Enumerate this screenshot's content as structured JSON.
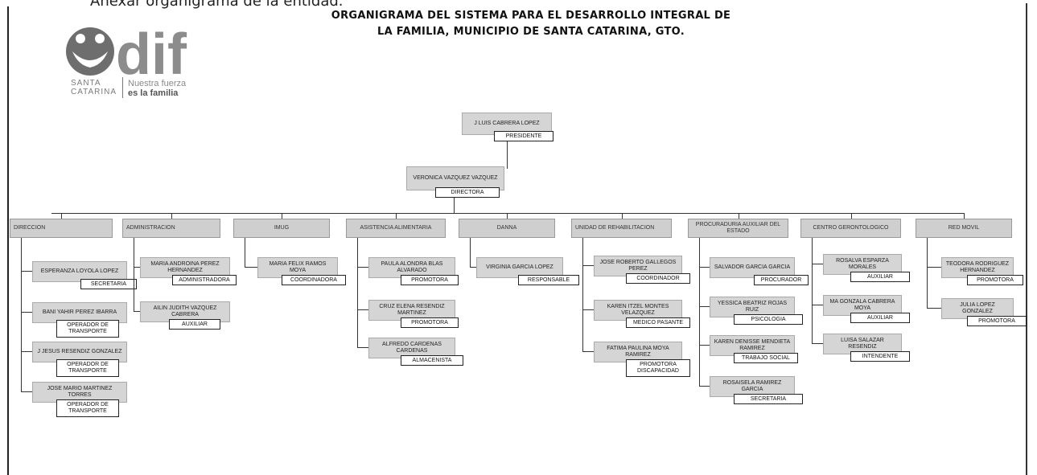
{
  "intro_text": "Anexar organigrama de la entidad.",
  "title": "ORGANIGRAMA DEL SISTEMA PARA EL DESARROLLO INTEGRAL DE LA FAMILIA, MUNICIPIO DE SANTA CATARINA, GTO.",
  "logo": {
    "wordmark": "dif",
    "place_line1": "SANTA",
    "place_line2": "CATARINA",
    "tag_line1": "Nuestra fuerza",
    "tag_line2": "es la familia",
    "colors": {
      "dif": "#8c8c8c",
      "figure": "#6e6e6e"
    }
  },
  "chart": {
    "president": {
      "name": "J LUIS CABRERA LOPEZ",
      "role": "PRESIDENTE"
    },
    "director": {
      "name": "VERONICA VAZQUEZ VAZQUEZ",
      "role": "DIRECTORA"
    },
    "departments": [
      {
        "name": "DIRECCION",
        "staff": [
          {
            "name": "ESPERANZA LOYOLA LOPEZ",
            "role": "SECRETARIA"
          },
          {
            "name": "BANI YAHIR PEREZ IBARRA",
            "role": "OPERADOR DE TRANSPORTE"
          },
          {
            "name": "J JESUS RESENDIZ GONZALEZ",
            "role": "OPERADOR DE TRANSPORTE"
          },
          {
            "name": "JOSE MARIO MARTINEZ TORRES",
            "role": "OPERADOR DE TRANSPORTE"
          }
        ]
      },
      {
        "name": "ADMINISTRACION",
        "staff": [
          {
            "name": "MARIA ANDROINA PEREZ HERNANDEZ",
            "role": "ADMINISTRADORA"
          },
          {
            "name": "AILIN JUDITH VAZQUEZ CABRERA",
            "role": "AUXILIAR"
          }
        ]
      },
      {
        "name": "IMUG",
        "staff": [
          {
            "name": "MARIA FELIX RAMOS MOYA",
            "role": "COORDINADORA"
          }
        ]
      },
      {
        "name": "ASISTENCIA ALIMENTARIA",
        "staff": [
          {
            "name": "PAULA ALONDRA BLAS ALVARADO",
            "role": "PROMOTORA"
          },
          {
            "name": "CRUZ ELENA RESENDIZ MARTINEZ",
            "role": "PROMOTORA"
          },
          {
            "name": "ALFREDO CARDENAS CARDENAS",
            "role": "ALMACENISTA"
          }
        ]
      },
      {
        "name": "DANNA",
        "staff": [
          {
            "name": "VIRGINIA GARCIA LOPEZ",
            "role": "RESPONSABLE"
          }
        ]
      },
      {
        "name": "UNIDAD DE REHABILITACION",
        "staff": [
          {
            "name": "JOSE ROBERTO GALLEGOS PEREZ",
            "role": "COORDINADOR"
          },
          {
            "name": "KAREN ITZEL MONTES VELAZQUEZ",
            "role": "MEDICO PASANTE"
          },
          {
            "name": "FATIMA PAULINA MOYA RAMIREZ",
            "role": "PROMOTORA DISCAPACIDAD"
          }
        ]
      },
      {
        "name": "PROCURADURIA AUXILIAR DEL ESTADO",
        "staff": [
          {
            "name": "SALVADOR GARCIA GARCIA",
            "role": "PROCURADOR"
          },
          {
            "name": "YESSICA BEATRIZ ROJAS RUIZ",
            "role": "PSICOLOGIA"
          },
          {
            "name": "KAREN DENISSE MENDIETA RAMIREZ",
            "role": "TRABAJO SOCIAL"
          },
          {
            "name": "ROSAISELA RAMIREZ GARCIA",
            "role": "SECRETARIA"
          }
        ]
      },
      {
        "name": "CENTRO GERONTOLOGICO",
        "staff": [
          {
            "name": "ROSALVA ESPARZA MORALES",
            "role": "AUXILIAR"
          },
          {
            "name": "MA GONZALA CABRERA MOYA",
            "role": "AUXILIAR"
          },
          {
            "name": "LUISA SALAZAR RESENDIZ",
            "role": "INTENDENTE"
          }
        ]
      },
      {
        "name": "RED MOVIL",
        "staff": [
          {
            "name": "TEODORA RODRIGUEZ HERNANDEZ",
            "role": "PROMOTORA"
          },
          {
            "name": "JULIA LOPEZ GONZALEZ",
            "role": "PROMOTORA"
          }
        ]
      }
    ]
  }
}
